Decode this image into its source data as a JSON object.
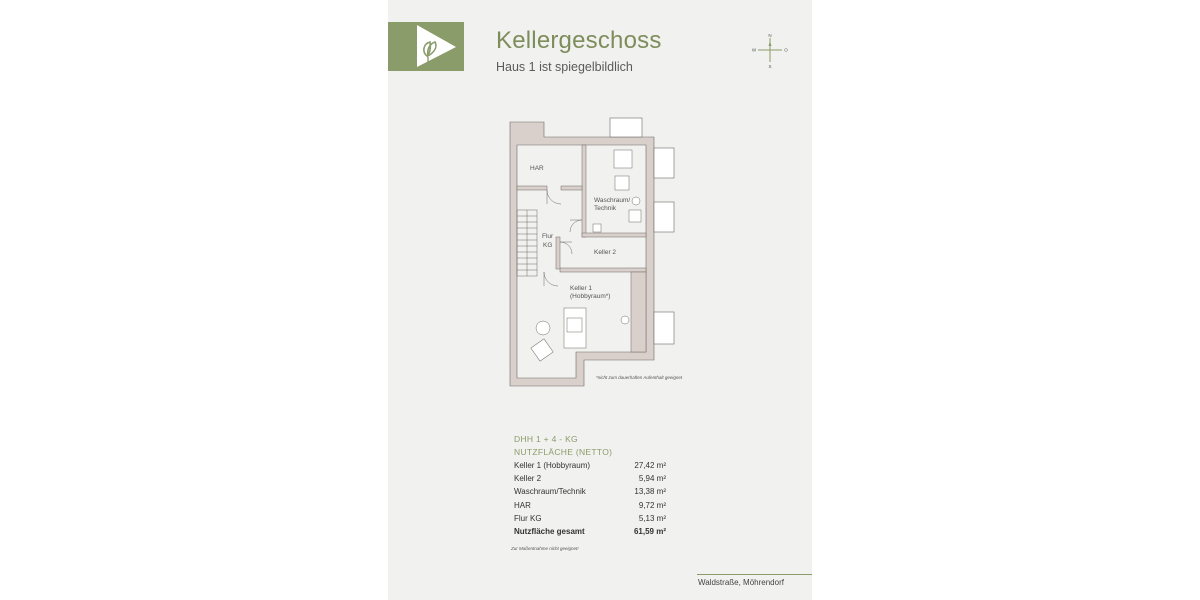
{
  "header": {
    "title": "Kellergeschoss",
    "subtitle": "Haus 1 ist spiegelbildlich"
  },
  "compass": {
    "n": "N",
    "s": "S",
    "w": "W",
    "o": "O"
  },
  "plan": {
    "rooms": {
      "har": "HAR",
      "wasch_1": "Waschraum/",
      "wasch_2": "Technik",
      "flur_1": "Flur",
      "flur_2": "KG",
      "keller2": "Keller 2",
      "keller1_1": "Keller 1",
      "keller1_2": "(Hobbyraum*)"
    },
    "note": "*nicht zum dauerhaften Aufenthalt geeignet"
  },
  "areas": {
    "heading1": "DHH 1 + 4 - KG",
    "heading2": "NUTZFLÄCHE (NETTO)",
    "rows": [
      {
        "label": "Keller 1 (Hobbyraum)",
        "value": "27,42 m²"
      },
      {
        "label": "Keller 2",
        "value": "5,94 m²"
      },
      {
        "label": "Waschraum/Technik",
        "value": "13,38 m²"
      },
      {
        "label": "HAR",
        "value": "9,72 m²"
      },
      {
        "label": "Flur KG",
        "value": "5,13 m²"
      }
    ],
    "total": {
      "label": "Nutzfläche gesamt",
      "value": "61,59 m²"
    },
    "footnote": "Zur Maßentnahme nicht geeignet!"
  },
  "footer": {
    "address": "Waldstraße, Möhrendorf"
  },
  "colors": {
    "accent": "#8a9c6a",
    "wall": "#d9cfcb",
    "wall_outline": "#6d6a66"
  }
}
